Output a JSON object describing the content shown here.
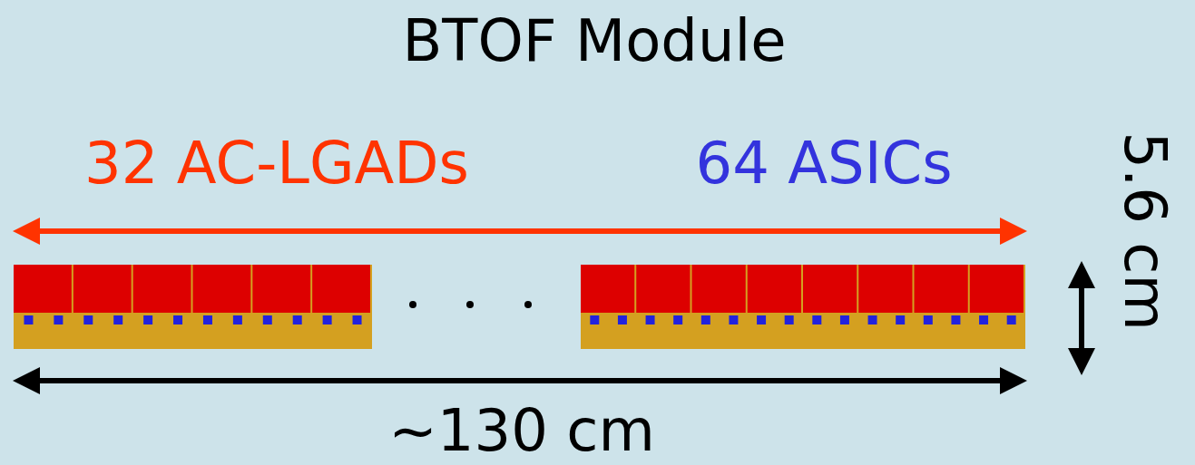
{
  "diagram": {
    "title": "BTOF Module",
    "labels": [
      "32 AC-LGADs",
      "64 ASICs",
      "~130 cm",
      "5.6 cm"
    ]
  }
}
